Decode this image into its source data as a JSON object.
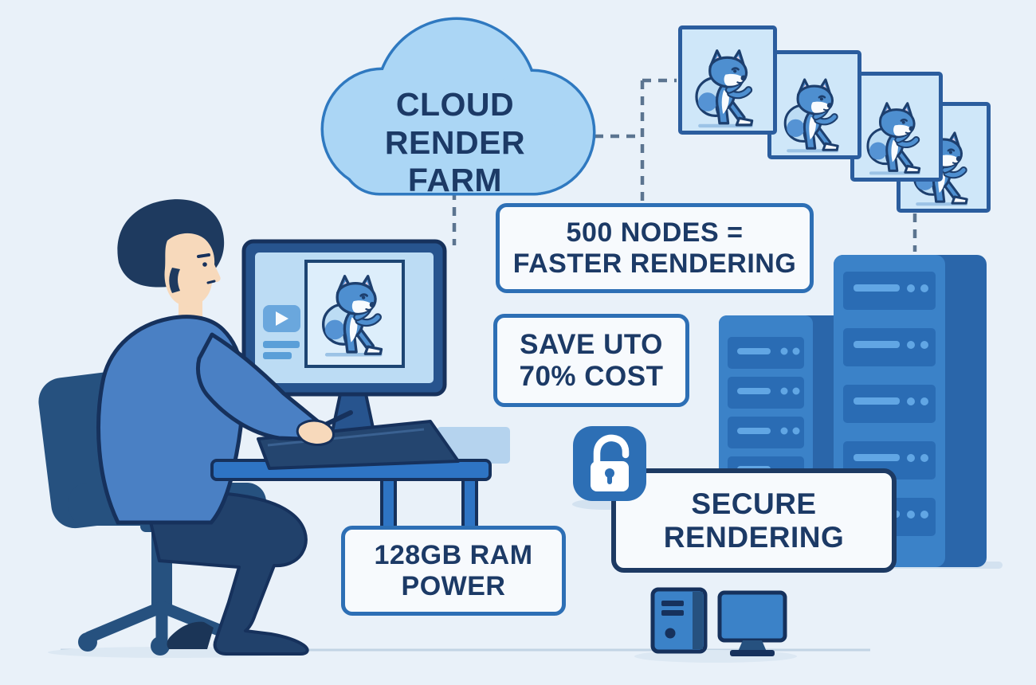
{
  "meta": {
    "title": "Cloud Render Farm Infographic"
  },
  "cloud": {
    "label": "CLOUD\nRENDER FARM"
  },
  "badges": {
    "nodes": {
      "label": "500 NODES =\nFASTER RENDERING"
    },
    "save": {
      "label": "SAVE UTO\n70% COST"
    },
    "ram": {
      "label": "128GB RAM\nPOWER"
    },
    "secure": {
      "label": "SECURE\nRENDERING"
    }
  },
  "icons": {
    "lock": "unlocked-padlock-icon",
    "play": "play-button-icon",
    "cloud": "cloud-shape",
    "frames": "fox-animation-frames",
    "servers": "server-racks",
    "desktop": "desktop-tower-icon",
    "display": "monitor-icon"
  },
  "colors": {
    "background": "#e9f1f9",
    "text_navy": "#1c3a66",
    "accent_blue": "#2d6fb5",
    "dark_navy_border": "#1d3a63",
    "cloud_fill": "#abd6f5",
    "cloud_stroke": "#2f79c0",
    "panel_fill": "#f7fafd",
    "frame_fill": "#cfe7f9",
    "frame_border": "#2b5d9e",
    "fox_body": "#4e8fd0",
    "server_front": "#3b82c8",
    "server_side": "#2a66aa",
    "server_unit": "#2a6cb4",
    "dash": "#5b7490"
  }
}
